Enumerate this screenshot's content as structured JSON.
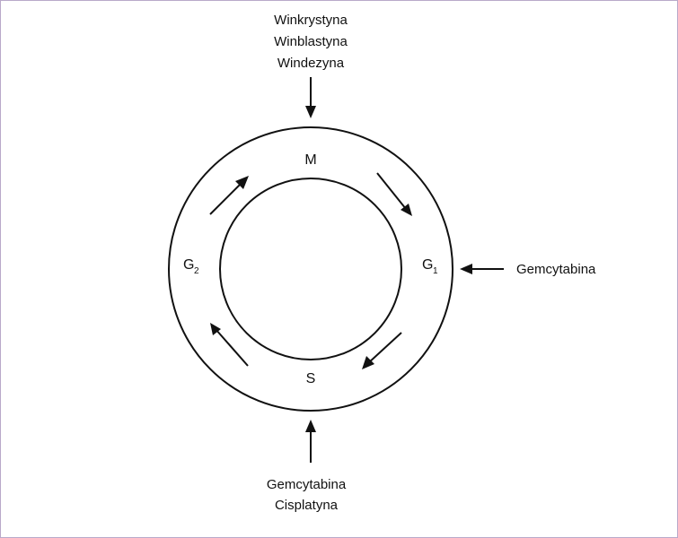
{
  "drugs": {
    "top": [
      "Winkrystyna",
      "Winblastyna",
      "Windezyna"
    ],
    "right": "Gemcytabina",
    "bottom": [
      "Gemcytabina",
      "Cisplatyna"
    ]
  },
  "phases": {
    "m": "M",
    "s": "S",
    "g1_letter": "G",
    "g1_sub": "1",
    "g2_letter": "G",
    "g2_sub": "2"
  }
}
